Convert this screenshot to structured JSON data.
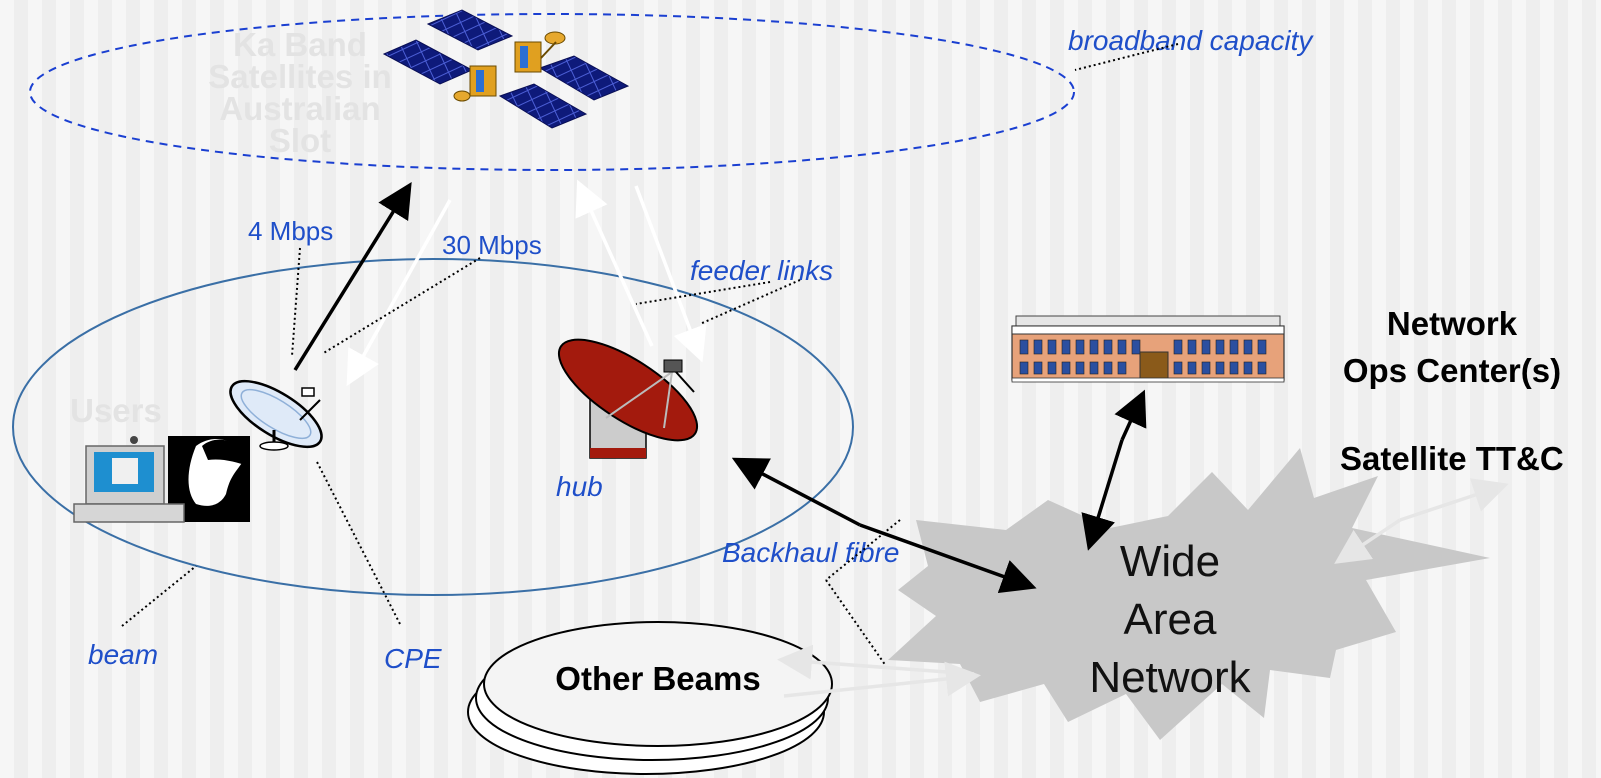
{
  "labels": {
    "broadband_capacity": "broadband capacity",
    "satellites": [
      "Ka Band",
      "Satellites in",
      "Australian",
      "Slot"
    ],
    "uplink_rate": "4 Mbps",
    "downlink_rate": "30 Mbps",
    "feeder_links": "feeder links",
    "users": "Users",
    "hub": "hub",
    "backhaul_fibre": "Backhaul fibre",
    "beam": "beam",
    "cpe": "CPE",
    "other_beams": "Other Beams",
    "wan": [
      "Wide",
      "Area",
      "Network"
    ],
    "noc": [
      "Network",
      "Ops Center(s)"
    ],
    "tt_c": "Satellite TT&C"
  },
  "colors": {
    "label_blue": "#1f4fc9",
    "dish_red": "#a31a0d",
    "cloud_gray": "#c8c8c8",
    "satellite_ring": "#1a3fd1"
  }
}
